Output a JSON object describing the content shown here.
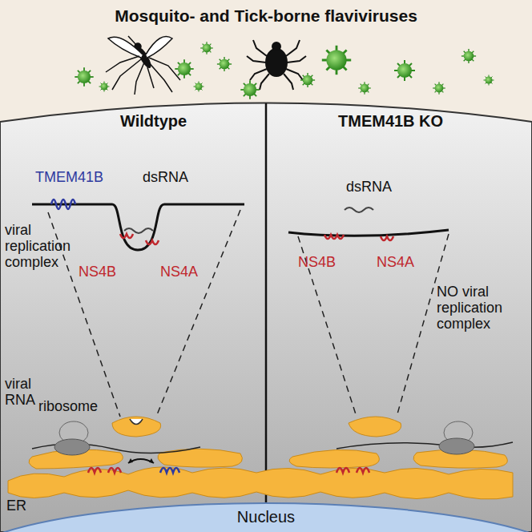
{
  "diagram": {
    "title": "Mosquito- and Tick-borne flaviviruses",
    "nodes": [
      {
        "text": [
          "Wildtype"
        ]
      },
      {
        "text": [
          "TMEM41B KO"
        ]
      },
      {
        "text": [
          "Nucleus"
        ]
      }
    ],
    "labels": [
      "TMEM41B",
      "dsRNA",
      "viral replication complex",
      "NS4B",
      "NS4A",
      "viral RNA",
      "ribosome",
      "ER",
      "dsRNA",
      "NS4B",
      "NS4A",
      "NO viral replication complex"
    ]
  }
}
